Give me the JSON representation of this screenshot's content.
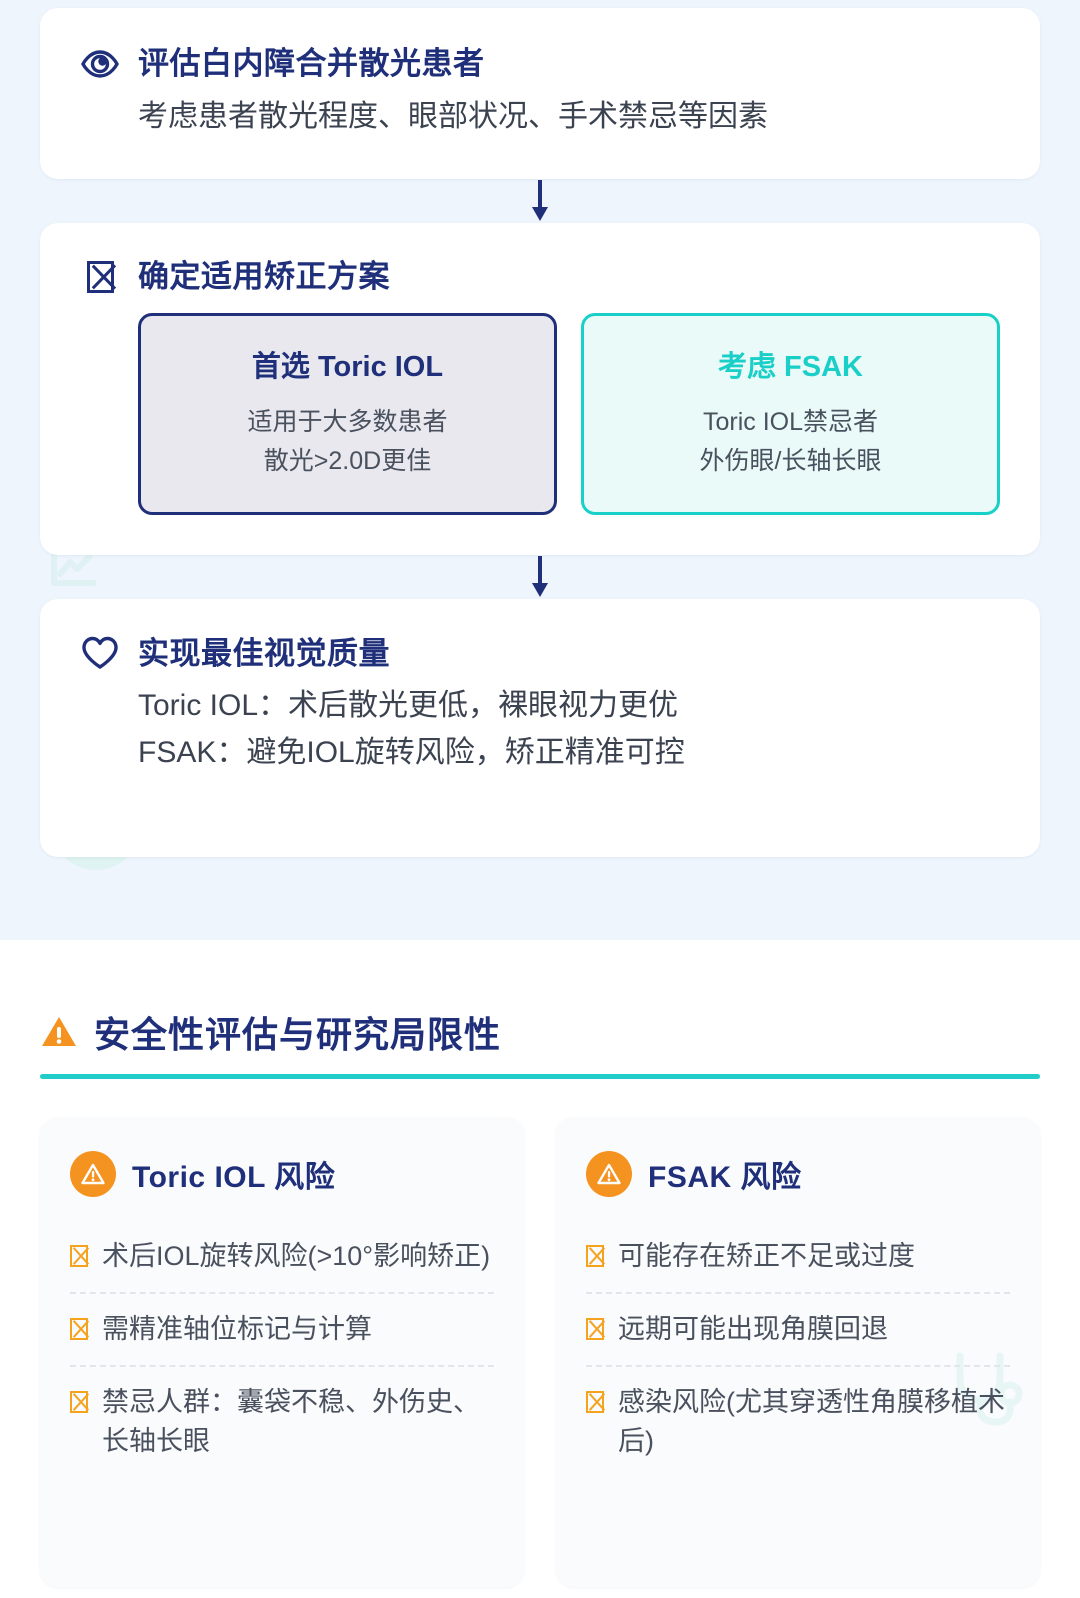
{
  "colors": {
    "navy": "#1f2f7a",
    "teal": "#19cfc7",
    "orange": "#f59321",
    "section_bg": "#eef5fd",
    "body_text": "#3b4250"
  },
  "flow": {
    "steps": [
      {
        "icon": "eye-icon",
        "title": "评估白内障合并散光患者",
        "subtitle": "考虑患者散光程度、眼部状况、手术禁忌等因素"
      },
      {
        "icon": "missing-glyph-box-icon",
        "title": "确定适用矫正方案",
        "options": [
          {
            "title": "首选 Toric IOL",
            "lines": [
              "适用于大多数患者",
              "散光>2.0D更佳"
            ]
          },
          {
            "title": "考虑 FSAK",
            "lines": [
              "Toric IOL禁忌者",
              "外伤眼/长轴长眼"
            ]
          }
        ]
      },
      {
        "icon": "heart-icon",
        "title": "实现最佳视觉质量",
        "lines": [
          "Toric IOL：术后散光更低，裸眼视力更优",
          "FSAK：避免IOL旋转风险，矫正精准可控"
        ]
      }
    ],
    "arrow_icon": "arrow-down-icon"
  },
  "safety": {
    "icon": "warning-triangle-icon",
    "title": "安全性评估与研究局限性",
    "cards": [
      {
        "badge_icon": "warning-circle-icon",
        "title": "Toric IOL 风险",
        "items": [
          "术后IOL旋转风险(>10°影响矫正)",
          "需精准轴位标记与计算",
          "禁忌人群：囊袋不稳、外伤史、长轴长眼"
        ]
      },
      {
        "badge_icon": "warning-circle-icon",
        "title": "FSAK 风险",
        "items": [
          "可能存在矫正不足或过度",
          "远期可能出现角膜回退",
          "感染风险(尤其穿透性角膜移植术后)"
        ]
      }
    ]
  }
}
